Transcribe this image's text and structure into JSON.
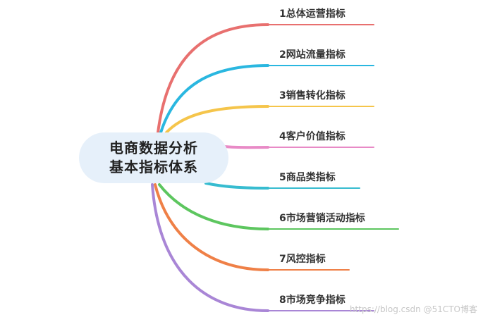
{
  "center": {
    "line1": "电商数据分析",
    "line2": "基本指标体系"
  },
  "branches": [
    {
      "label": "1总体运营指标",
      "color": "#e8706f"
    },
    {
      "label": "2网站流量指标",
      "color": "#2ab7e0"
    },
    {
      "label": "3销售转化指标",
      "color": "#f5c54b"
    },
    {
      "label": "4客户价值指标",
      "color": "#e88ac6"
    },
    {
      "label": "5商品类指标",
      "color": "#37bcd0"
    },
    {
      "label": "6市场营销活动指标",
      "color": "#5dc65f"
    },
    {
      "label": "7风控指标",
      "color": "#ef8047"
    },
    {
      "label": "8市场竞争指标",
      "color": "#a986d6"
    }
  ],
  "watermark": "https://blog.csdn @51CTO博客"
}
